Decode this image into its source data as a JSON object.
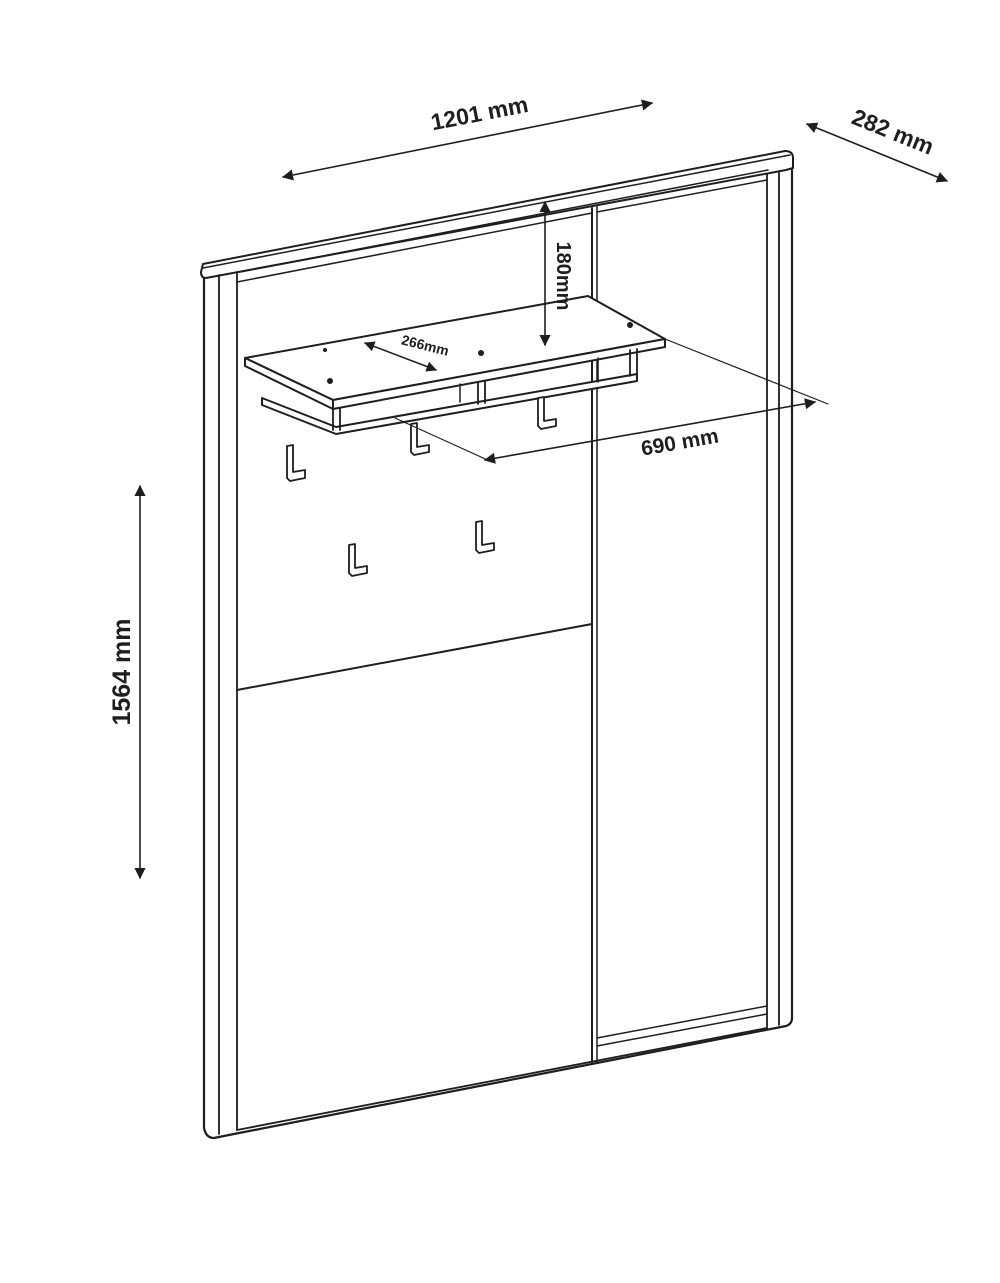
{
  "dimensions": {
    "width": "1201 mm",
    "depth": "282 mm",
    "height": "1564 mm",
    "shelf_depth": "266mm",
    "shelf_gap": "180mm",
    "shelf_width": "690 mm"
  },
  "colors": {
    "line": "#1e1e1e",
    "background": "#ffffff"
  }
}
